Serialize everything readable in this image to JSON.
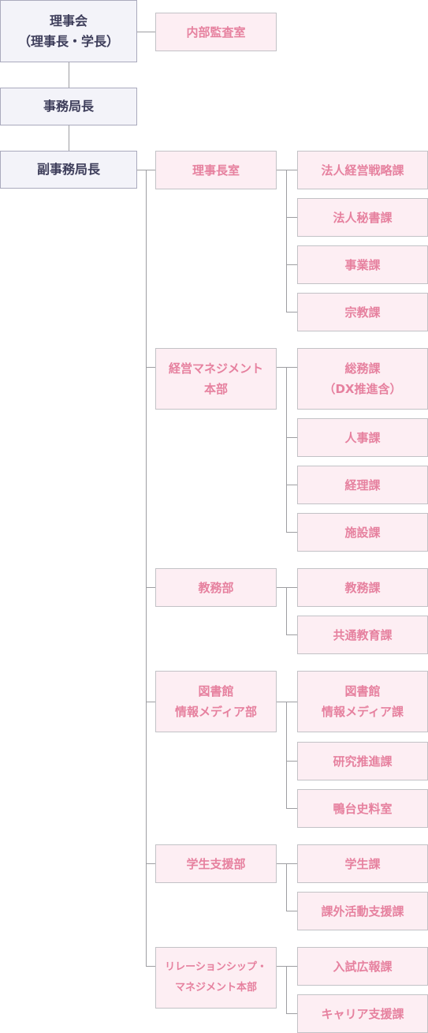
{
  "executive": {
    "board": [
      "理事会",
      "（理事長・学長）"
    ],
    "secretary_general": "事務局長",
    "deputy_secretary_general": "副事務局長"
  },
  "audit_office": "内部監査室",
  "divisions": [
    {
      "name": [
        "理事長室"
      ],
      "sections": [
        [
          "法人経営戦略課"
        ],
        [
          "法人秘書課"
        ],
        [
          "事業課"
        ],
        [
          "宗教課"
        ]
      ]
    },
    {
      "name": [
        "経営マネジメント",
        "本部"
      ],
      "sections": [
        [
          "総務課",
          "（DX推進含）"
        ],
        [
          "人事課"
        ],
        [
          "経理課"
        ],
        [
          "施設課"
        ]
      ]
    },
    {
      "name": [
        "教務部"
      ],
      "sections": [
        [
          "教務課"
        ],
        [
          "共通教育課"
        ]
      ]
    },
    {
      "name": [
        "図書館",
        "情報メディア部"
      ],
      "sections": [
        [
          "図書館",
          "情報メディア課"
        ],
        [
          "研究推進課"
        ],
        [
          "鴨台史料室"
        ]
      ]
    },
    {
      "name": [
        "学生支援部"
      ],
      "sections": [
        [
          "学生課"
        ],
        [
          "課外活動支援課"
        ]
      ]
    },
    {
      "name": [
        "リレーションシップ・",
        "マネジメント本部"
      ],
      "sections": [
        [
          "入試広報課"
        ],
        [
          "キャリア支援課"
        ]
      ]
    }
  ],
  "colors": {
    "executive_fill": "#f3f3f9",
    "executive_text": "#3d3d5a",
    "department_fill": "#fdeef3",
    "department_text": "#e6819f",
    "connector": "#9e9ea2"
  }
}
